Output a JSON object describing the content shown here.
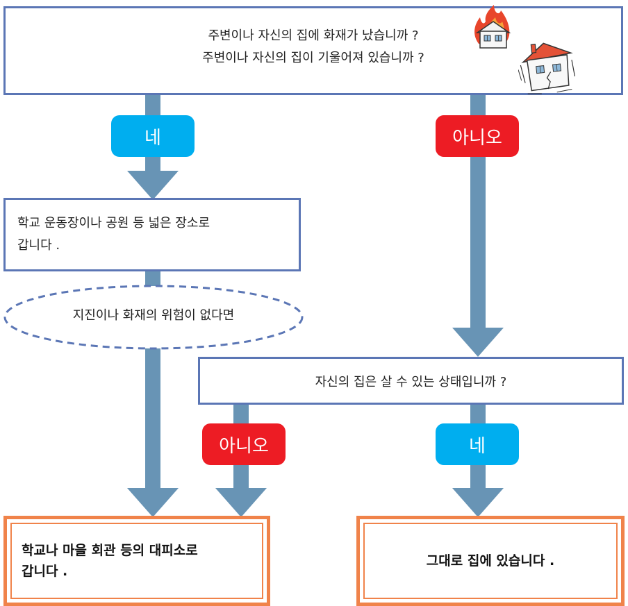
{
  "question1": {
    "line1": "주변이나 자신의 집에 화재가 났습니까 ?",
    "line2": "주변이나 자신의 집이 기울어져 있습니까 ?"
  },
  "labels": {
    "yes": "네",
    "no": "아니오"
  },
  "step_yes": {
    "line1": "학교 운동장이나 공원 등 넓은 장소로",
    "line2": "갑니다 ."
  },
  "condition": "지진이나 화재의 위험이 없다면",
  "question2": "자신의 집은 살 수 있는 상태입니까 ?",
  "result_evacuate": {
    "line1": "학교나 마을 회관 등의 대피소로",
    "line2": "갑니다 ."
  },
  "result_stay": "그대로 집에 있습니다 .",
  "colors": {
    "box_border": "#5b76b5",
    "arrow": "#6894b5",
    "yes": "#00aeef",
    "no": "#ed1c24",
    "result_border": "#f0834a",
    "fire": "#e53d25"
  },
  "icons": [
    "burning-house-icon",
    "tilted-house-icon"
  ]
}
